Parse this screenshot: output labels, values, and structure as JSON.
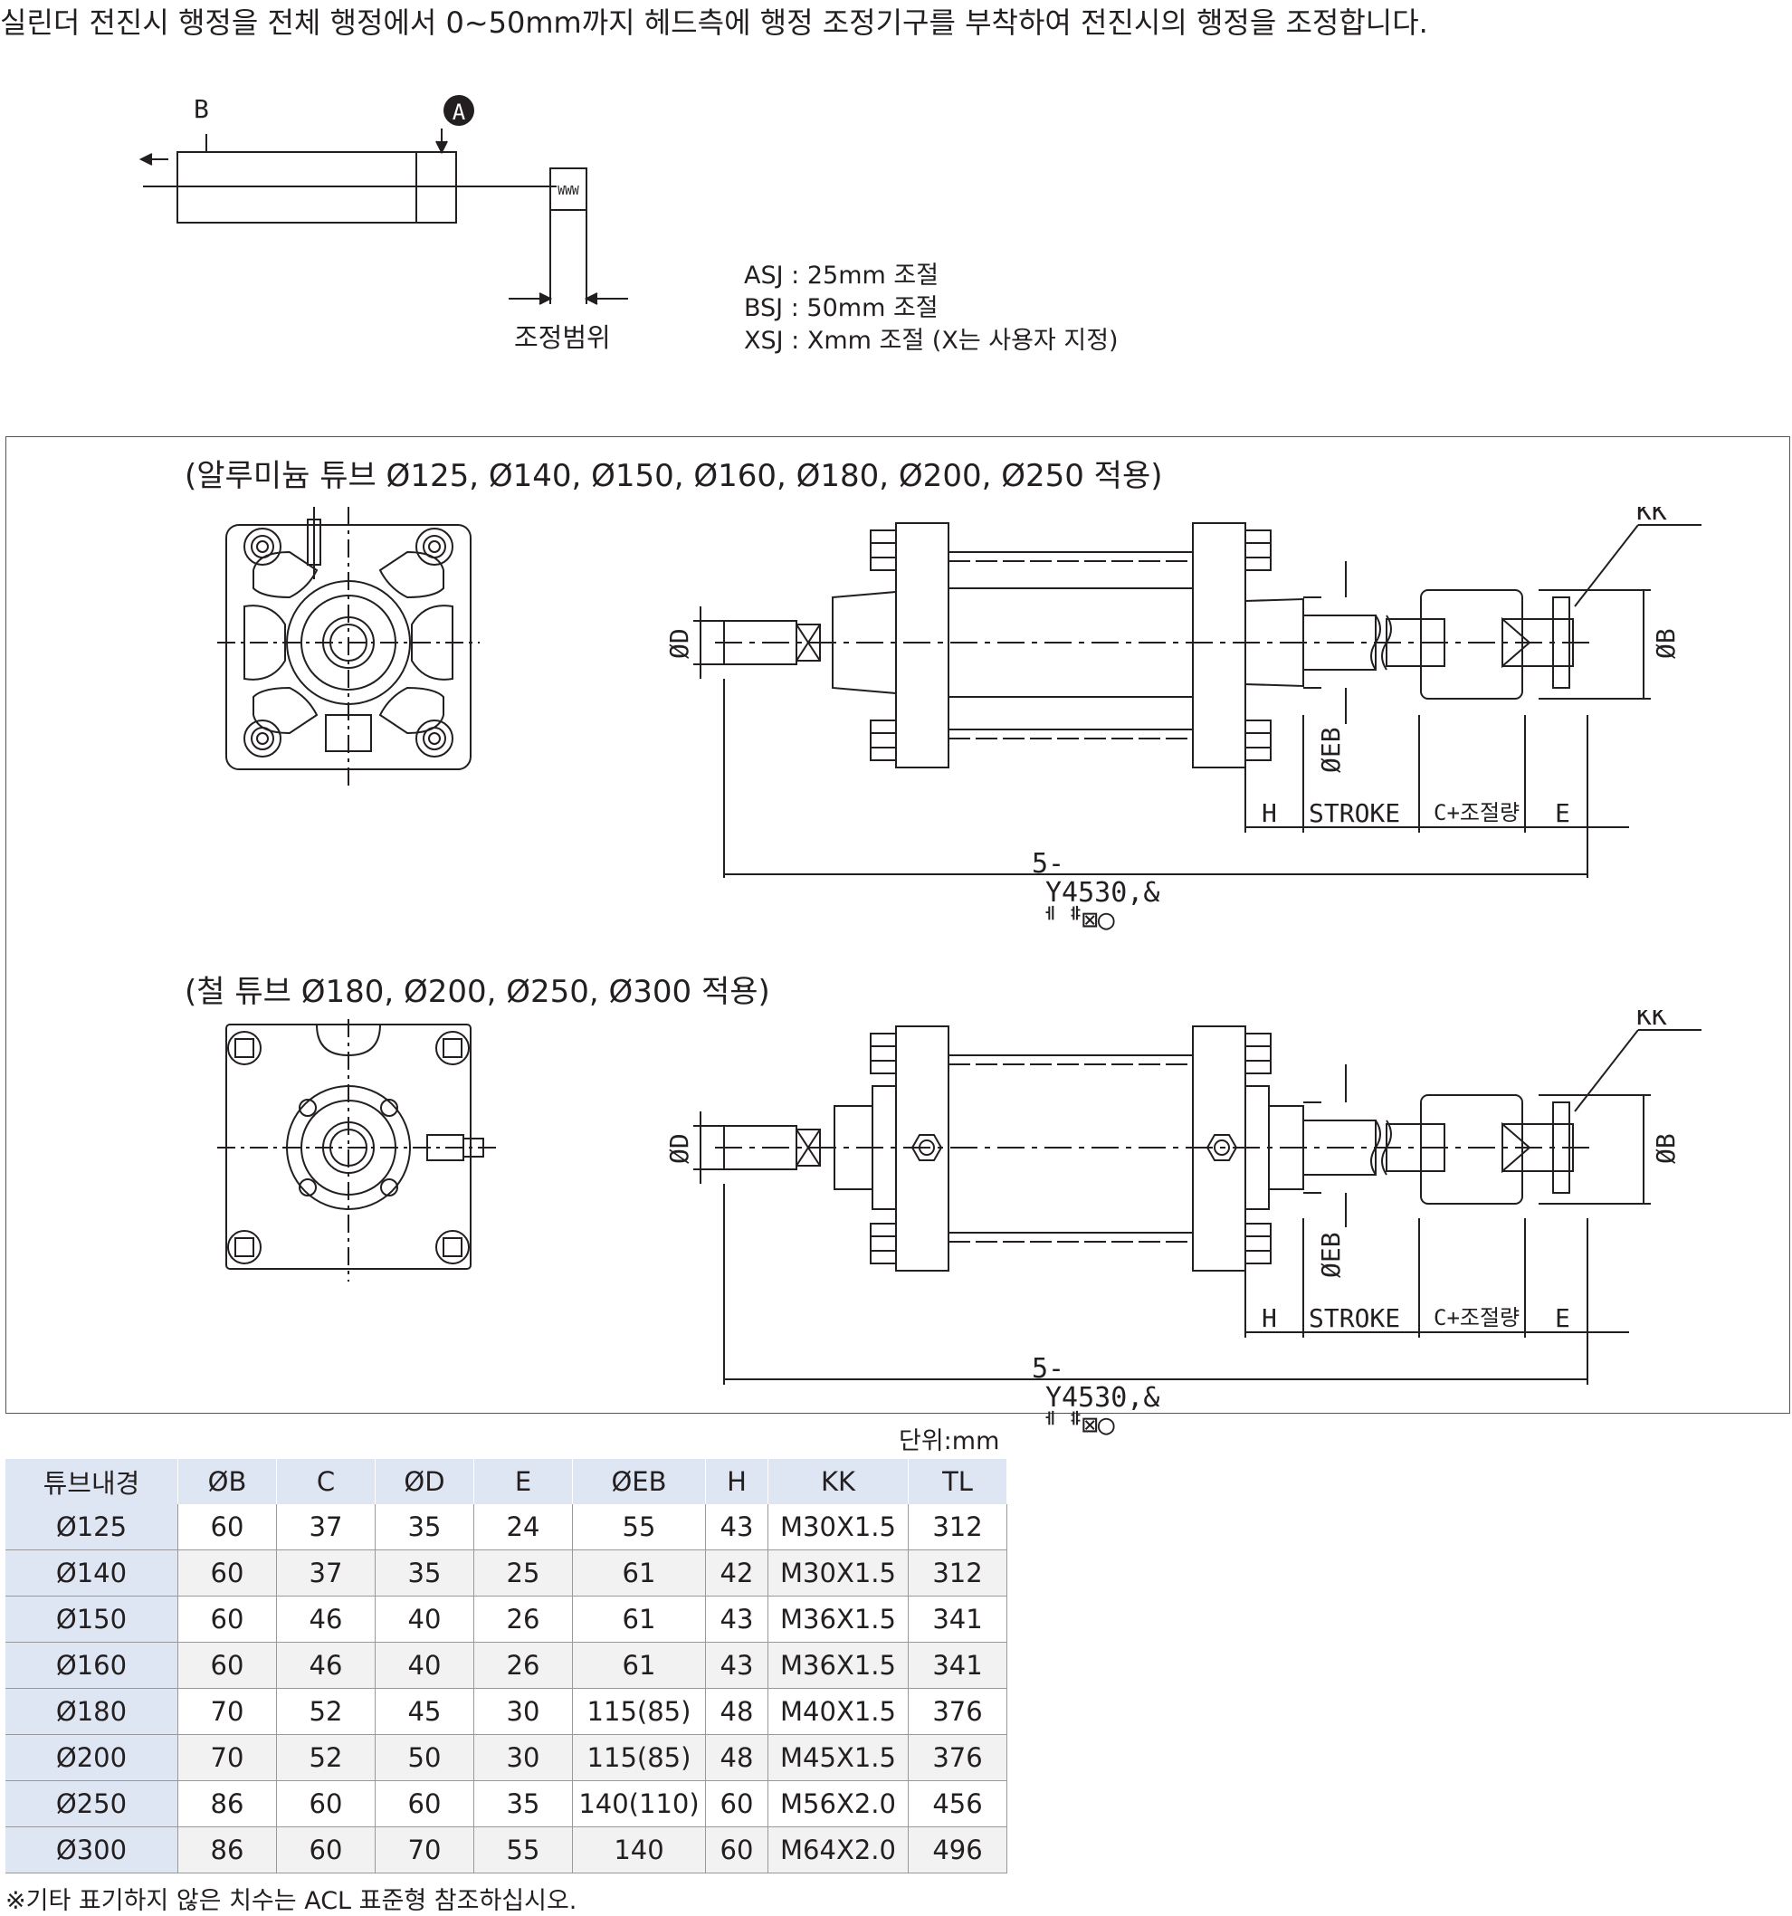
{
  "intro_text": "실린더 전진시 행정을 전체 행정에서 0~50mm까지 헤드측에 행정 조정기구를 부착하여 전진시의 행정을 조정합니다.",
  "schematic": {
    "label_b": "B",
    "label_a": "A",
    "spring_label": "WWW",
    "range_label": "조정범위"
  },
  "adjust_notes": [
    "ASJ : 25mm 조절",
    "BSJ : 50mm 조절",
    "XSJ : Xmm 조절 (X는 사용자 지정)"
  ],
  "aluminum": {
    "title": "(알루미늄 튜브 Ø125, Ø140, Ø150, Ø160, Ø180, Ø200, Ø250 적용)",
    "dims": {
      "kk": "KK",
      "od": "ØD",
      "ob": "ØB",
      "oeb": "ØEB",
      "h": "H",
      "stroke": "STROKE",
      "c": "C+조절량",
      "e": "E",
      "tl_1": "5-",
      "tl_2": "Y4530,&",
      "tl_3": "ᅦᆥ⊠◯"
    }
  },
  "steel": {
    "title": "(철 튜브 Ø180, Ø200, Ø250, Ø300 적용)",
    "dims": {
      "kk": "KK",
      "od": "ØD",
      "ob": "ØB",
      "oeb": "ØEB",
      "h": "H",
      "stroke": "STROKE",
      "c": "C+조절량",
      "e": "E",
      "tl_1": "5-",
      "tl_2": "Y4530,&",
      "tl_3": "ᅦᆥ⊠◯"
    }
  },
  "unit": "단위:mm",
  "table": {
    "headers": [
      "튜브내경",
      "ØB",
      "C",
      "ØD",
      "E",
      "ØEB",
      "H",
      "KK",
      "TL"
    ],
    "rows": [
      [
        "Ø125",
        "60",
        "37",
        "35",
        "24",
        "55",
        "43",
        "M30X1.5",
        "312"
      ],
      [
        "Ø140",
        "60",
        "37",
        "35",
        "25",
        "61",
        "42",
        "M30X1.5",
        "312"
      ],
      [
        "Ø150",
        "60",
        "46",
        "40",
        "26",
        "61",
        "43",
        "M36X1.5",
        "341"
      ],
      [
        "Ø160",
        "60",
        "46",
        "40",
        "26",
        "61",
        "43",
        "M36X1.5",
        "341"
      ],
      [
        "Ø180",
        "70",
        "52",
        "45",
        "30",
        "115(85)",
        "48",
        "M40X1.5",
        "376"
      ],
      [
        "Ø200",
        "70",
        "52",
        "50",
        "30",
        "115(85)",
        "48",
        "M45X1.5",
        "376"
      ],
      [
        "Ø250",
        "86",
        "60",
        "60",
        "35",
        "140(110)",
        "60",
        "M56X2.0",
        "456"
      ],
      [
        "Ø300",
        "86",
        "60",
        "70",
        "55",
        "140",
        "60",
        "M64X2.0",
        "496"
      ]
    ]
  },
  "footnote": "※기타 표기하지 않은 치수는 ACL 표준형 참조하십시오."
}
